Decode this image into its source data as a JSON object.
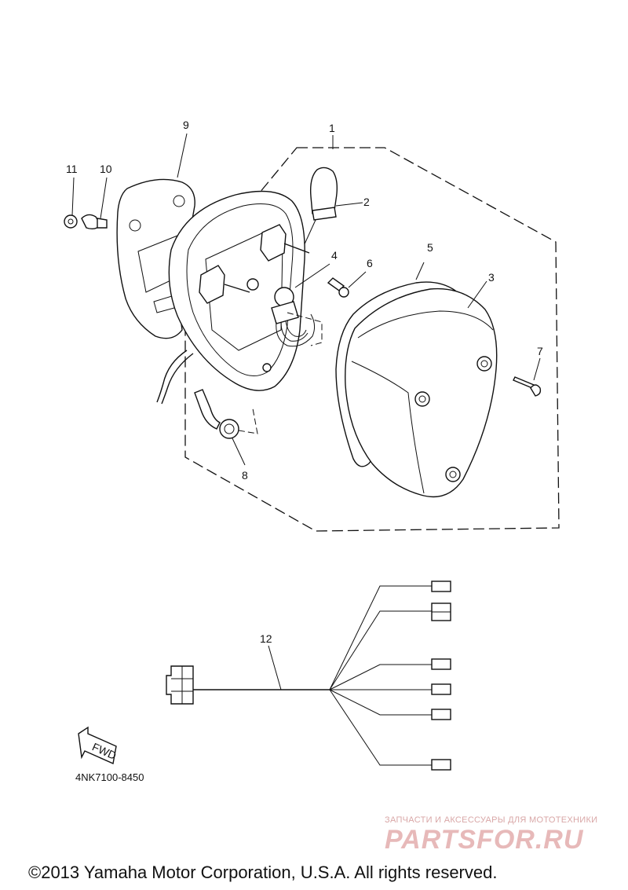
{
  "callouts": {
    "c1": "1",
    "c2": "2",
    "c3": "3",
    "c4": "4",
    "c5": "5",
    "c6": "6",
    "c7": "7",
    "c8": "8",
    "c9": "9",
    "c10": "10",
    "c11": "11",
    "c12": "12"
  },
  "fwd_label": "FWD",
  "diagram_code": "4NK7100-8450",
  "watermark": {
    "tagline": "ЗАПЧАСТИ И АКСЕССУАРЫ ДЛЯ МОТОТЕХНИКИ",
    "site": "PARTSFOR.RU"
  },
  "copyright": "©2013 Yamaha Motor Corporation, U.S.A. All rights reserved."
}
